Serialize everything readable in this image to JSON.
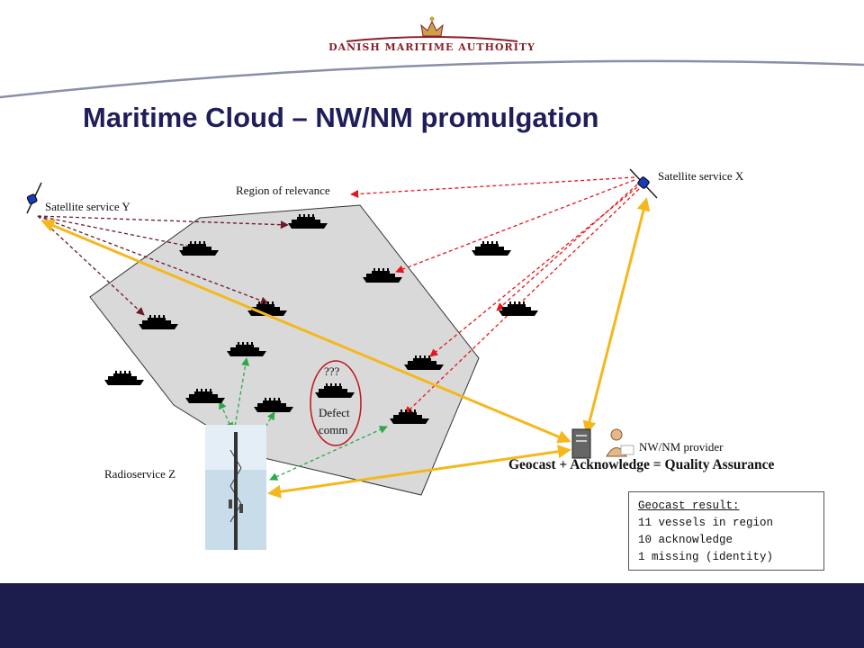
{
  "header": {
    "org_name": "DANISH MARITIME AUTHORITY",
    "title": "Maritime Cloud – NW/NM promulgation"
  },
  "diagram": {
    "labels": {
      "satellite_y": "Satellite service Y",
      "satellite_x": "Satellite service X",
      "region": "Region of relevance",
      "radio": "Radioservice  Z",
      "provider": "NW/NM provider",
      "unknown": "???",
      "defect_line1": "Defect",
      "defect_line2": "comm",
      "quality": "Geocast + Acknowledge = Quality Assurance"
    },
    "result": {
      "heading": "Geocast result:",
      "line1": "11 vessels in region",
      "line2": "10 acknowledge",
      "line3": "1 missing (identity)"
    },
    "colors": {
      "region_fill": "#d9d9d9",
      "satellite_y_link": "#6b1a2a",
      "satellite_x_link": "#e8141c",
      "radio_link": "#2aa84a",
      "backbone": "#f5b81c",
      "title": "#1e1e5a",
      "brand": "#8a1f2b",
      "footer": "#1c1c4c"
    }
  }
}
